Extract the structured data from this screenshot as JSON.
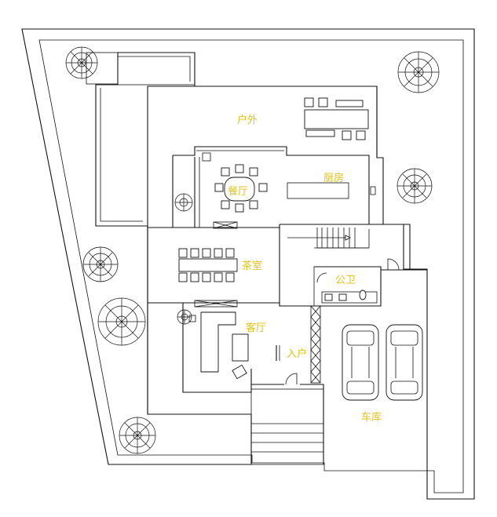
{
  "rooms": {
    "outdoor": "户外",
    "kitchen": "厨房",
    "dining": "餐厅",
    "tea_room": "茶室",
    "living": "客厅",
    "public_wc": "公卫",
    "entrance": "入户",
    "garage": "车库"
  },
  "colors": {
    "label": "#e3c21a",
    "line": "#111111",
    "background": "#ffffff"
  }
}
